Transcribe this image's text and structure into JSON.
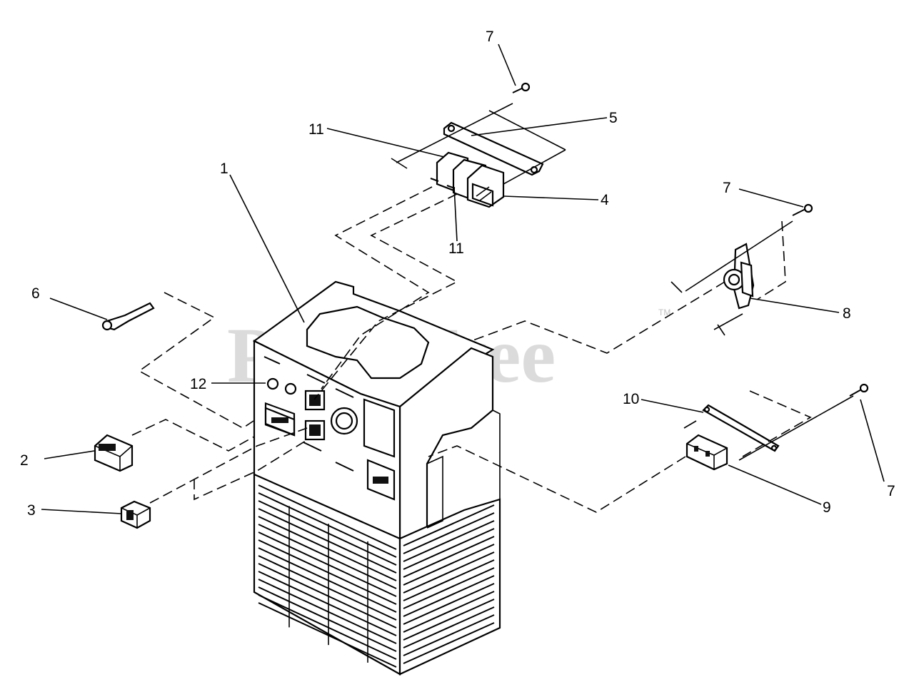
{
  "watermark": {
    "text": "PartsTree",
    "tm": "TM"
  },
  "callouts": [
    {
      "id": "c1",
      "label": "1"
    },
    {
      "id": "c2",
      "label": "2"
    },
    {
      "id": "c3",
      "label": "3"
    },
    {
      "id": "c4",
      "label": "4"
    },
    {
      "id": "c5",
      "label": "5"
    },
    {
      "id": "c6",
      "label": "6"
    },
    {
      "id": "c7a",
      "label": "7"
    },
    {
      "id": "c7b",
      "label": "7"
    },
    {
      "id": "c7c",
      "label": "7"
    },
    {
      "id": "c8",
      "label": "8"
    },
    {
      "id": "c9",
      "label": "9"
    },
    {
      "id": "c10",
      "label": "10"
    },
    {
      "id": "c11a",
      "label": "11"
    },
    {
      "id": "c11b",
      "label": "11"
    },
    {
      "id": "c12",
      "label": "12"
    }
  ]
}
